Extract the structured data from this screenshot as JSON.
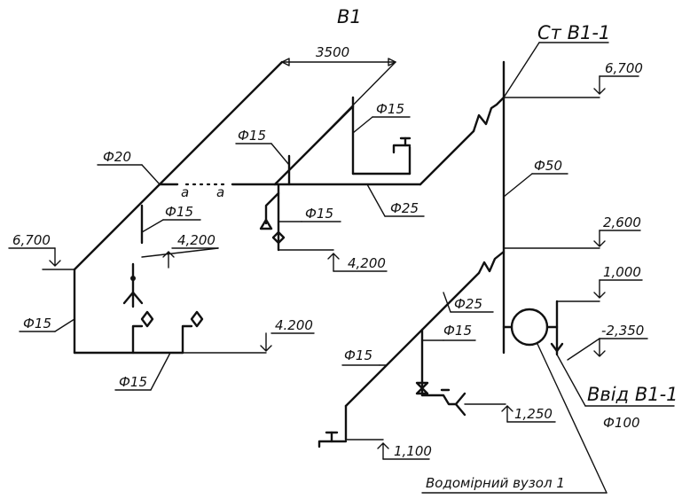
{
  "title": "B1",
  "riser_label": "Ст B1-1",
  "dimension": "3500",
  "section_a1": "a",
  "section_a2": "a",
  "diameters": {
    "d20": "Ф20",
    "d15_top_mid": "Ф15",
    "d15_top_right": "Ф15",
    "d15_left_branch": "Ф15",
    "d15_mid_branch": "Ф15",
    "d15_left_vertical": "Ф15",
    "d15_bottom_left": "Ф15",
    "d15_lower_diag": "Ф15",
    "d15_lower_branch": "Ф15",
    "d25_top": "Ф25",
    "d25_lower": "Ф25",
    "d50": "Ф50",
    "d100": "Ф100"
  },
  "elevations": {
    "e6700_right": "6,700",
    "e6700_left": "6,700",
    "e4200_left": "4,200",
    "e4200_mid": "4,200",
    "e4200_bottom": "4.200",
    "e2600": "2,600",
    "e1000": "1,000",
    "e_minus2350": "-2,350",
    "e1250": "1,250",
    "e1100": "1,100"
  },
  "inlet_label": "Ввід B1-1",
  "meter_label": "Водомірний вузол 1"
}
